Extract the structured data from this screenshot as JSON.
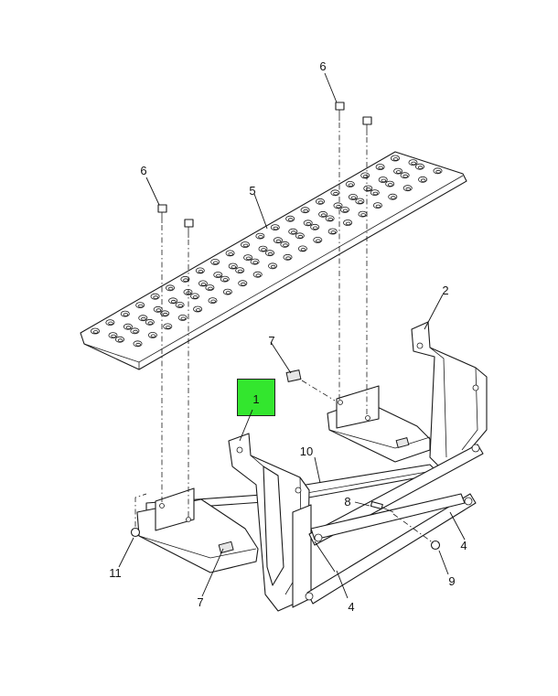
{
  "diagram": {
    "highlight_color": "#33e62e",
    "callouts": {
      "c1": "1",
      "c2": "2",
      "c4a": "4",
      "c4b": "4",
      "c5": "5",
      "c6a": "6",
      "c6b": "6",
      "c7a": "7",
      "c7b": "7",
      "c8": "8",
      "c9": "9",
      "c10": "10",
      "c11": "11"
    }
  }
}
